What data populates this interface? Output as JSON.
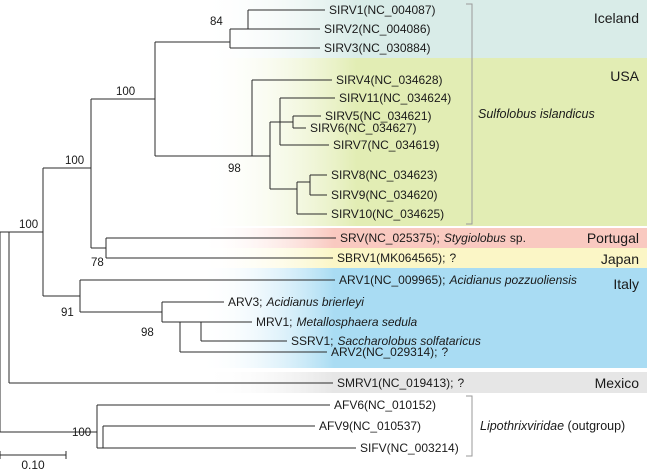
{
  "regions": [
    {
      "id": "iceland",
      "label": "Iceland",
      "color": "#d9ece8"
    },
    {
      "id": "usa",
      "label": "USA",
      "color": "#e2edb4"
    },
    {
      "id": "portugal",
      "label": "Portugal",
      "color": "#f9c9c0"
    },
    {
      "id": "japan",
      "label": "Japan",
      "color": "#fbf6c6"
    },
    {
      "id": "italy",
      "label": "Italy",
      "color": "#a9dcf3"
    },
    {
      "id": "mexico",
      "label": "Mexico",
      "color": "#e6e6e6"
    }
  ],
  "leaves": [
    {
      "id": "sirv1",
      "name": "SIRV1",
      "acc": "(NC_004087)",
      "sep": "",
      "host": "",
      "tail": ""
    },
    {
      "id": "sirv2",
      "name": "SIRV2",
      "acc": "(NC_004086)",
      "sep": "",
      "host": "",
      "tail": ""
    },
    {
      "id": "sirv3",
      "name": "SIRV3",
      "acc": "(NC_030884)",
      "sep": "",
      "host": "",
      "tail": ""
    },
    {
      "id": "sirv4",
      "name": "SIRV4",
      "acc": "(NC_034628)",
      "sep": "",
      "host": "",
      "tail": ""
    },
    {
      "id": "sirv11",
      "name": "SIRV11",
      "acc": "(NC_034624)",
      "sep": "",
      "host": "",
      "tail": ""
    },
    {
      "id": "sirv5",
      "name": "SIRV5",
      "acc": "(NC_034621)",
      "sep": "",
      "host": "",
      "tail": ""
    },
    {
      "id": "sirv6",
      "name": "SIRV6",
      "acc": "(NC_034627)",
      "sep": "",
      "host": "",
      "tail": ""
    },
    {
      "id": "sirv7",
      "name": "SIRV7",
      "acc": "(NC_034619)",
      "sep": "",
      "host": "",
      "tail": ""
    },
    {
      "id": "sirv8",
      "name": "SIRV8",
      "acc": "(NC_034623)",
      "sep": "",
      "host": "",
      "tail": ""
    },
    {
      "id": "sirv9",
      "name": "SIRV9",
      "acc": "(NC_034620)",
      "sep": "",
      "host": "",
      "tail": ""
    },
    {
      "id": "sirv10",
      "name": "SIRV10",
      "acc": "(NC_034625)",
      "sep": "",
      "host": "",
      "tail": ""
    },
    {
      "id": "srv",
      "name": "SRV",
      "acc": "(NC_025375);",
      "sep": "",
      "host": "Stygiolobus",
      "tail": "sp."
    },
    {
      "id": "sbrv1",
      "name": "SBRV1",
      "acc": "(MK064565);",
      "sep": "",
      "host": "",
      "tail": "?"
    },
    {
      "id": "arv1",
      "name": "ARV1",
      "acc": "(NC_009965);",
      "sep": "",
      "host": "Acidianus pozzuoliensis",
      "tail": ""
    },
    {
      "id": "arv3",
      "name": "ARV3",
      "acc": "",
      "sep": ";",
      "host": "Acidianus brierleyi",
      "tail": ""
    },
    {
      "id": "mrv1",
      "name": "MRV1",
      "acc": "",
      "sep": ";",
      "host": "Metallosphaera sedula",
      "tail": ""
    },
    {
      "id": "ssrv1",
      "name": "SSRV1",
      "acc": "",
      "sep": ";",
      "host": "Saccharolobus solfataricus",
      "tail": ""
    },
    {
      "id": "arv2",
      "name": "ARV2",
      "acc": "(NC_029314);",
      "sep": "",
      "host": "",
      "tail": "?"
    },
    {
      "id": "smrv1",
      "name": "SMRV1",
      "acc": "(NC_019413);",
      "sep": "",
      "host": "",
      "tail": "?"
    },
    {
      "id": "afv6",
      "name": "AFV6",
      "acc": "(NC_010152)",
      "sep": "",
      "host": "",
      "tail": ""
    },
    {
      "id": "afv9",
      "name": "AFV9",
      "acc": "(NC_010537)",
      "sep": "",
      "host": "",
      "tail": ""
    },
    {
      "id": "sifv",
      "name": "SIFV",
      "acc": "(NC_003214)",
      "sep": "",
      "host": "",
      "tail": ""
    }
  ],
  "bootstrap": [
    {
      "id": "b_root_in",
      "value": "100"
    },
    {
      "id": "b_rud",
      "value": "100"
    },
    {
      "id": "b_sirvall",
      "value": "100"
    },
    {
      "id": "b_iceland",
      "value": "84"
    },
    {
      "id": "b_usa",
      "value": "98"
    },
    {
      "id": "b_srvsbrv",
      "value": "78"
    },
    {
      "id": "b_arv",
      "value": "91"
    },
    {
      "id": "b_arv3grp",
      "value": "98"
    },
    {
      "id": "b_outgroup",
      "value": "100"
    }
  ],
  "groups": {
    "sulfolobus": {
      "text": "Sulfolobus islandicus"
    },
    "outgroup": {
      "name": "Lipothrixviridae",
      "suffix": " (outgroup)"
    }
  },
  "scale": {
    "label": "0.10",
    "value": 0.1
  }
}
